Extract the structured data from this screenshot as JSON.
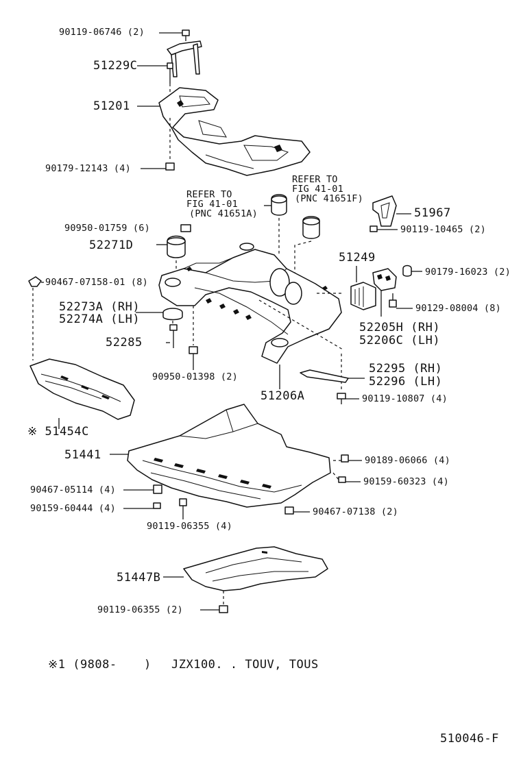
{
  "labels": {
    "p90119_06746": "90119-06746 (2)",
    "p51229c": "51229C",
    "p51201": "51201",
    "p90179_12143": "90179-12143 (4)",
    "refer_a_1": "REFER TO",
    "refer_a_2": "FIG 41-01",
    "refer_a_3": "(PNC 41651A)",
    "refer_f_1": "REFER TO",
    "refer_f_2": "FIG 41-01",
    "refer_f_3": "(PNC 41651F)",
    "p51967": "51967",
    "p90119_10465": "90119-10465 (2)",
    "p90950_01759": "90950-01759 (6)",
    "p52271d": "52271D",
    "p51249": "51249",
    "p90179_16023": "90179-16023 (2)",
    "p90467_07158": "90467-07158-01 (8)",
    "p52273a": "52273A (RH)",
    "p52274a": "52274A (LH)",
    "p90129_08004": "90129-08004 (8)",
    "p52205h": "52205H (RH)",
    "p52206c": "52206C (LH)",
    "p52285": "52285",
    "p52295": "52295 (RH)",
    "p52296": "52296 (LH)",
    "p90950_01398": "90950-01398 (2)",
    "p51206a": "51206A",
    "p90119_10807": "90119-10807 (4)",
    "p51454c": "※ 51454C",
    "p51441": "51441",
    "p90189_06066": "90189-06066 (4)",
    "p90159_60323": "90159-60323 (4)",
    "p90467_05114": "90467-05114 (4)",
    "p90159_60444": "90159-60444 (4)",
    "p90467_07138": "90467-07138 (2)",
    "p90119_06355a": "90119-06355 (4)",
    "p51447b": "51447B",
    "p90119_06355b": "90119-06355 (2)",
    "footnote_mark": "※1 (9808-",
    "footnote_paren": ")",
    "footnote_models": "JZX100. . TOUV, TOUS",
    "figure_id": "510046-F"
  }
}
